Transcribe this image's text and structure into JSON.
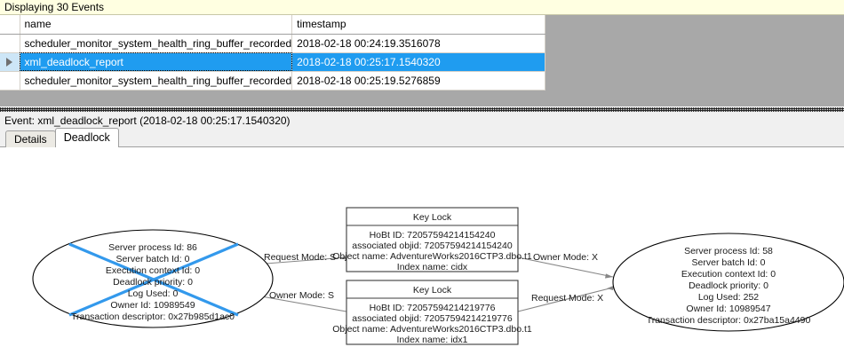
{
  "banner": {
    "text": "Displaying 30 Events"
  },
  "grid": {
    "columns": [
      "",
      "name",
      "timestamp"
    ],
    "rows": [
      {
        "indicator": "",
        "name": "scheduler_monitor_system_health_ring_buffer_recorded",
        "timestamp": "2018-02-18 00:24:19.3516078",
        "selected": false
      },
      {
        "indicator": "row-selector-arrow-icon",
        "name": "xml_deadlock_report",
        "timestamp": "2018-02-18 00:25:17.1540320",
        "selected": true
      },
      {
        "indicator": "",
        "name": "scheduler_monitor_system_health_ring_buffer_recorded",
        "timestamp": "2018-02-18 00:25:19.5276859",
        "selected": false
      }
    ],
    "selection_color": "#1f9cf0",
    "empty_area_color": "#a8a8a8"
  },
  "event_header": {
    "text": "Event: xml_deadlock_report (2018-02-18 00:25:17.1540320)"
  },
  "tabs": [
    {
      "label": "Details",
      "active": false
    },
    {
      "label": "Deadlock",
      "active": true
    }
  ],
  "deadlock": {
    "victim_cross_color": "#3399ec",
    "processes": [
      {
        "id": "left-process",
        "is_victim": true,
        "lines": [
          "Server process Id: 86",
          "Server batch Id: 0",
          "Execution context Id: 0",
          "Deadlock priority: 0",
          "Log Used: 0",
          "Owner Id: 10989549",
          "Transaction descriptor: 0x27b985d1ac0"
        ]
      },
      {
        "id": "right-process",
        "is_victim": false,
        "lines": [
          "Server process Id: 58",
          "Server batch Id: 0",
          "Execution context Id: 0",
          "Deadlock priority: 0",
          "Log Used: 252",
          "Owner Id: 10989547",
          "Transaction descriptor: 0x27ba15a4490"
        ]
      }
    ],
    "resources": [
      {
        "id": "top-key-lock",
        "title": "Key Lock",
        "lines": [
          "HoBt ID: 72057594214154240",
          "associated objid: 72057594214154240",
          "Object name: AdventureWorks2016CTP3.dbo.t1",
          "Index name: cidx"
        ]
      },
      {
        "id": "bottom-key-lock",
        "title": "Key Lock",
        "lines": [
          "HoBt ID: 72057594214219776",
          "associated objid: 72057594214219776",
          "Object name: AdventureWorks2016CTP3.dbo.t1",
          "Index name: idx1"
        ]
      }
    ],
    "edges": [
      {
        "id": "edge-left-request",
        "label": "Request Mode: S"
      },
      {
        "id": "edge-right-owner",
        "label": "Owner Mode: X"
      },
      {
        "id": "edge-left-owner",
        "label": "Owner Mode: S"
      },
      {
        "id": "edge-right-request",
        "label": "Request Mode: X"
      }
    ]
  }
}
